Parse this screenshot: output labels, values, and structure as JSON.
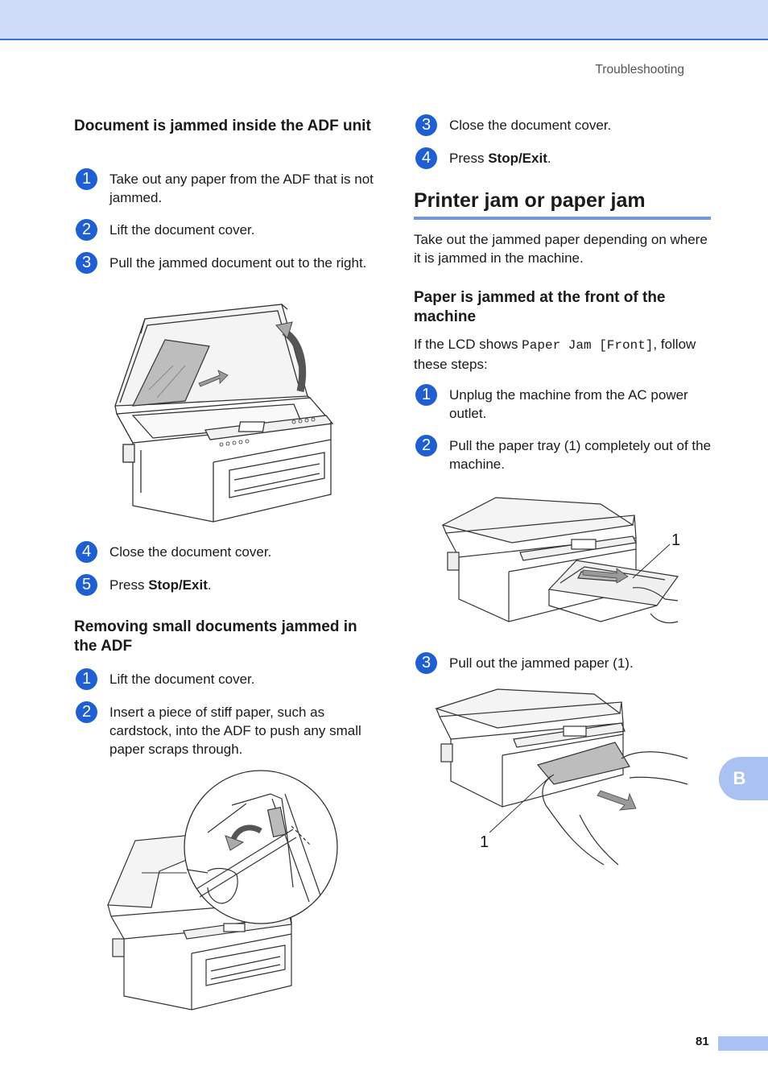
{
  "header": {
    "running_title": "Troubleshooting"
  },
  "left": {
    "adf_heading": "Document is jammed inside the ADF unit",
    "adf_steps": [
      {
        "num": "1",
        "text": "Take out any paper from the ADF that is not jammed."
      },
      {
        "num": "2",
        "text": "Lift the document cover."
      },
      {
        "num": "3",
        "text": "Pull the jammed document out to the right."
      }
    ],
    "adf_steps_after": [
      {
        "num": "4",
        "text": "Close the document cover."
      },
      {
        "num": "5",
        "pre": "Press ",
        "bold": "Stop/Exit",
        "post": "."
      }
    ],
    "small_heading": "Removing small documents jammed in the ADF",
    "small_steps": [
      {
        "num": "1",
        "text": "Lift the document cover."
      },
      {
        "num": "2",
        "text": "Insert a piece of stiff paper, such as cardstock, into the ADF to push any small paper scraps through."
      }
    ]
  },
  "right": {
    "cont_steps": [
      {
        "num": "3",
        "text": "Close the document cover."
      },
      {
        "num": "4",
        "pre": "Press ",
        "bold": "Stop/Exit",
        "post": "."
      }
    ],
    "section_title": "Printer jam or paper jam",
    "intro": "Take out the jammed paper depending on where it is jammed in the machine.",
    "front_heading": "Paper is jammed at the front of the machine",
    "lcd_pre": "If the LCD shows ",
    "lcd_message": "Paper Jam [Front]",
    "lcd_post": ", follow these steps:",
    "front_steps": [
      {
        "num": "1",
        "text": "Unplug the machine from the AC power outlet."
      },
      {
        "num": "2",
        "text": "Pull the paper tray (1) completely out of the machine."
      },
      {
        "num": "3",
        "text": "Pull out the jammed paper (1)."
      }
    ],
    "callout_tray": "1",
    "callout_paper": "1"
  },
  "side_tab": "B",
  "page_number": "81"
}
